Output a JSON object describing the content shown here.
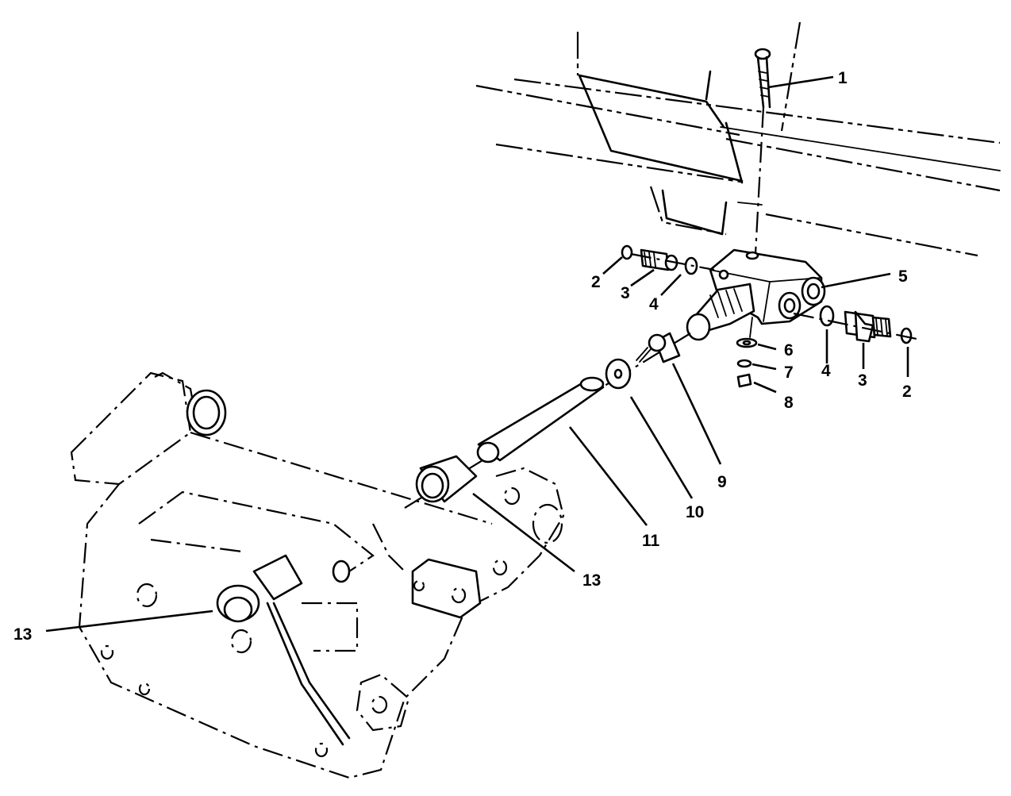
{
  "callouts": [
    {
      "id": "c1",
      "text": "1"
    },
    {
      "id": "c2a",
      "text": "2"
    },
    {
      "id": "c3a",
      "text": "3"
    },
    {
      "id": "c4a",
      "text": "4"
    },
    {
      "id": "c5",
      "text": "5"
    },
    {
      "id": "c6",
      "text": "6"
    },
    {
      "id": "c7",
      "text": "7"
    },
    {
      "id": "c8",
      "text": "8"
    },
    {
      "id": "c4b",
      "text": "4"
    },
    {
      "id": "c3b",
      "text": "3"
    },
    {
      "id": "c2b",
      "text": "2"
    },
    {
      "id": "c9",
      "text": "9"
    },
    {
      "id": "c10",
      "text": "10"
    },
    {
      "id": "c11",
      "text": "11"
    },
    {
      "id": "c13a",
      "text": "13"
    },
    {
      "id": "c13b",
      "text": "13"
    }
  ]
}
